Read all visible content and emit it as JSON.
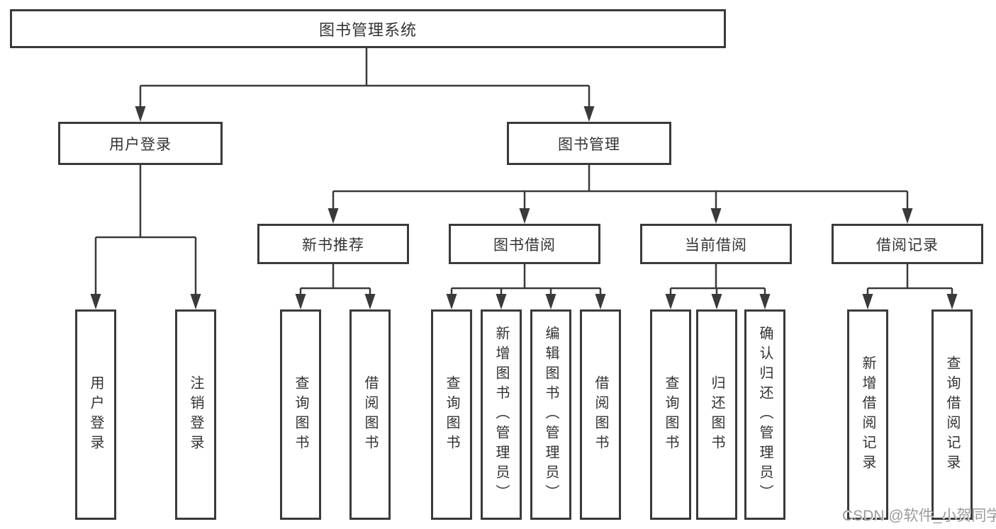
{
  "diagram_title": "图书管理系统",
  "nodes": {
    "root": {
      "label": "图书管理系统",
      "children": [
        "user_login",
        "book_management"
      ]
    },
    "user_login": {
      "label": "用户登录",
      "children": [
        "user_login_leaf",
        "logout_leaf"
      ]
    },
    "book_management": {
      "label": "图书管理",
      "children": [
        "new_book_rec",
        "book_borrowing",
        "current_borrowing",
        "borrowing_records"
      ]
    },
    "new_book_rec": {
      "label": "新书推荐",
      "children": [
        "nbr_query_books",
        "nbr_borrow_books"
      ]
    },
    "book_borrowing": {
      "label": "图书借阅",
      "children": [
        "bb_query_books",
        "bb_add_books",
        "bb_edit_books",
        "bb_borrow_books"
      ]
    },
    "current_borrowing": {
      "label": "当前借阅",
      "children": [
        "cb_query_books",
        "cb_return_books",
        "cb_confirm_return"
      ]
    },
    "borrowing_records": {
      "label": "借阅记录",
      "children": [
        "br_add_record",
        "br_query_record"
      ]
    },
    "user_login_leaf": {
      "label": "用户登录",
      "children": []
    },
    "logout_leaf": {
      "label": "注销登录",
      "children": []
    },
    "nbr_query_books": {
      "label": "查询图书",
      "children": []
    },
    "nbr_borrow_books": {
      "label": "借阅图书",
      "children": []
    },
    "bb_query_books": {
      "label": "查询图书",
      "children": []
    },
    "bb_add_books": {
      "label": "新增图书（管理员）",
      "children": []
    },
    "bb_edit_books": {
      "label": "编辑图书（管理员）",
      "children": []
    },
    "bb_borrow_books": {
      "label": "借阅图书",
      "children": []
    },
    "cb_query_books": {
      "label": "查询图书",
      "children": []
    },
    "cb_return_books": {
      "label": "归还图书",
      "children": []
    },
    "cb_confirm_return": {
      "label": "确认归还（管理员）",
      "children": []
    },
    "br_add_record": {
      "label": "新增借阅记录",
      "children": []
    },
    "br_query_record": {
      "label": "查询借阅记录",
      "children": []
    }
  },
  "watermark": "CSDN @软件_小贺同学",
  "colors": {
    "line": "#3a3a3a",
    "text": "#333333",
    "box_bg": "#ffffff",
    "watermark": "#9b9b9b"
  }
}
